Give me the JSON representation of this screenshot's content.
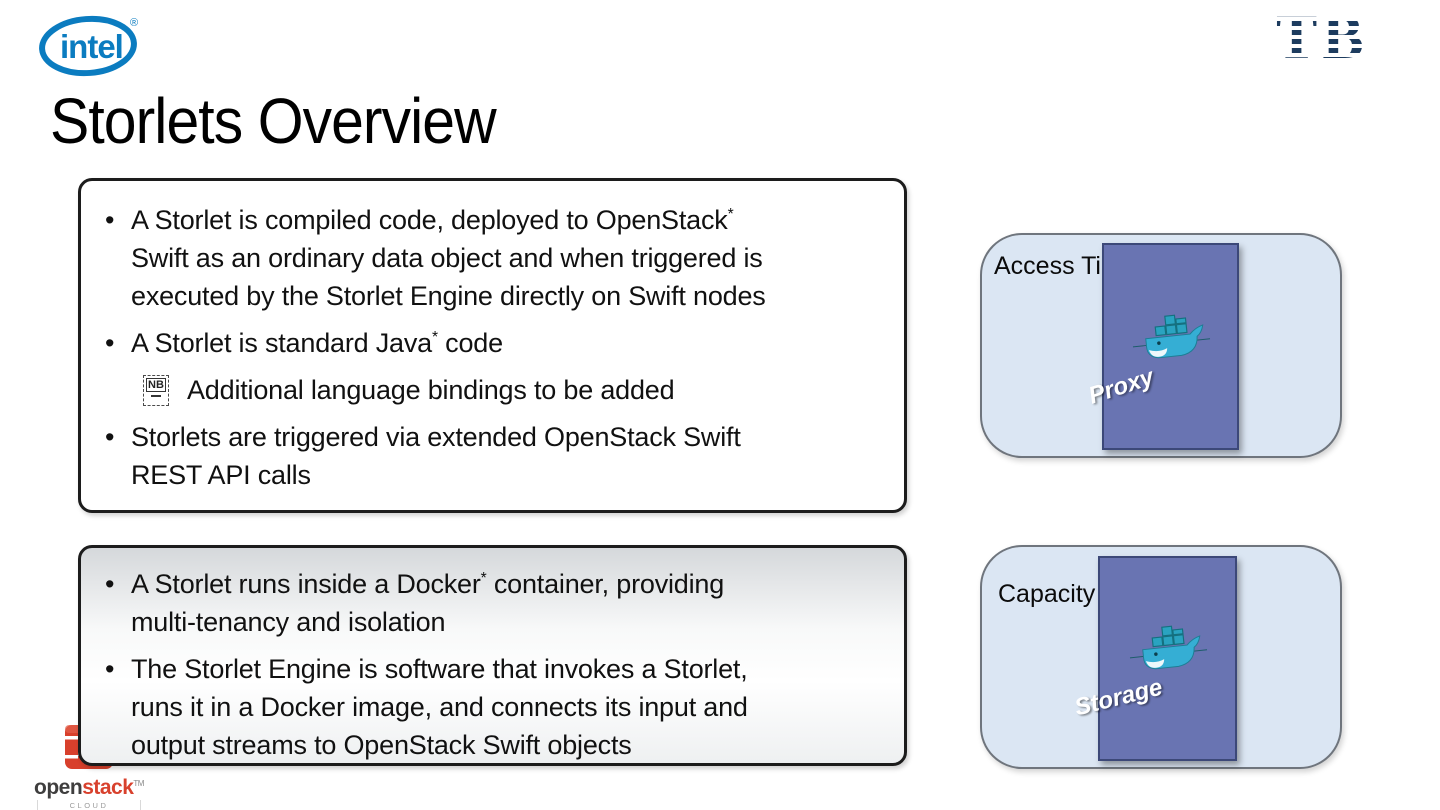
{
  "slide": {
    "title": "Storlets Overview"
  },
  "glyphs": {
    "bullet": "•",
    "nb": "NB"
  },
  "logos": {
    "intel": {
      "text": "intel",
      "registered": "®",
      "color": "#0b7cc0"
    },
    "striped_letters": {
      "text": "TB",
      "color": "#1d3c5f"
    },
    "openstack": {
      "open": "open",
      "stack": "stack",
      "tm": "TM",
      "subtitle": "CLOUD SOFTWARE",
      "color": "#d8412d"
    }
  },
  "content_box_top": {
    "bullets": [
      {
        "level": 1,
        "text": "A Storlet is compiled code, deployed to OpenStack*\nSwift as an ordinary data object and when triggered is\nexecuted by the Storlet Engine directly on Swift nodes"
      },
      {
        "level": 1,
        "text": "A Storlet is standard Java* code"
      },
      {
        "level": 2,
        "marker": "NB",
        "text": "Additional language bindings to be added"
      },
      {
        "level": 1,
        "text": "Storlets are triggered via extended OpenStack Swift\nREST API calls"
      }
    ]
  },
  "content_box_bottom": {
    "bullets": [
      {
        "level": 1,
        "text": "A Storlet runs inside a Docker* container, providing\nmulti-tenancy and isolation"
      },
      {
        "level": 1,
        "text": "The Storlet Engine is software that invokes a Storlet,\nruns it in a Docker image, and connects its input and\noutput streams to OpenStack Swift objects"
      }
    ]
  },
  "diagram": {
    "access_tier": {
      "label": "Access Tier",
      "node_label": "Proxy"
    },
    "capacity_tier": {
      "label": "Capacity Tier",
      "node_label": "Storage"
    },
    "node_color": "#6974b2",
    "tier_color": "#dbe6f3"
  }
}
